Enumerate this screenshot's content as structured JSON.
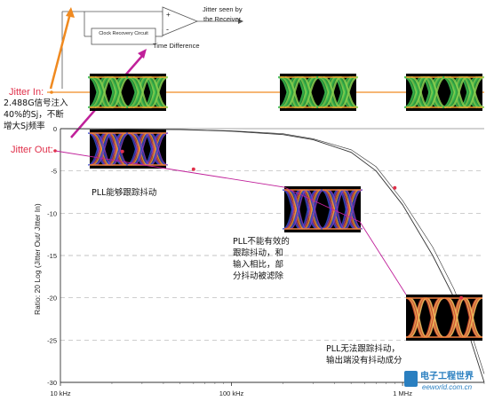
{
  "diagram": {
    "clock_recovery": "Clock Recovery Circuit",
    "receiver_label": "Jitter seen by the Receiver",
    "time_difference": "Time Difference",
    "plus": "+",
    "minus": "-"
  },
  "labels": {
    "jitter_in": "Jitter In:",
    "jitter_in_desc": [
      "2.488G信号注入",
      "40%的Sj，不断",
      "增大Sj频率"
    ],
    "jitter_out": "Jitter Out:",
    "note_tracks": "PLL能够跟踪抖动",
    "note_partial": [
      "PLL不能有效的",
      "跟踪抖动，和",
      "输入相比，部",
      "分抖动被滤除"
    ],
    "note_no_track": [
      "PLL无法跟踪抖动，",
      "输出端没有抖动成分"
    ]
  },
  "watermark": {
    "text_cn": "电子工程世界",
    "text_en": "eeworld.com.cn"
  },
  "colors": {
    "jitter_in": "#f08a20",
    "jitter_out": "#e0304a",
    "magenta": "#c0209a",
    "curve": "#333333",
    "grid": "#b0b0b0"
  },
  "chart_data": {
    "type": "line",
    "xlabel": "",
    "ylabel": "Ratio: 20 Log (Jitter Out/ Jitter In)",
    "x_scale": "log",
    "x_ticks": [
      "10 kHz",
      "100 kHz",
      "1 MHz"
    ],
    "x_tick_values": [
      10000,
      100000,
      1000000
    ],
    "xlim": [
      10000,
      3000000
    ],
    "y_ticks": [
      "0",
      "-5",
      "-10",
      "-15",
      "-20",
      "-25",
      "-30"
    ],
    "y_tick_values": [
      0,
      -5,
      -10,
      -15,
      -20,
      -25,
      -30
    ],
    "ylim": [
      -30,
      0
    ],
    "grid": "horizontal dashed",
    "series": [
      {
        "x": [
          10000,
          50000,
          100000,
          200000,
          300000,
          500000,
          700000,
          1000000,
          1500000,
          2000000,
          2500000,
          3000000
        ],
        "y": [
          0,
          -0.1,
          -0.3,
          -0.7,
          -1.3,
          -2.8,
          -5,
          -9,
          -15,
          -20,
          -25,
          -30
        ]
      },
      {
        "x": [
          10000,
          50000,
          100000,
          200000,
          300000,
          500000,
          700000,
          1000000,
          1500000,
          2000000,
          2500000,
          3000000
        ],
        "y": [
          0,
          -0.1,
          -0.25,
          -0.6,
          -1.2,
          -2.5,
          -4.5,
          -8.5,
          -14,
          -19,
          -24,
          -29
        ]
      }
    ],
    "points": [
      {
        "x": 23000,
        "y": -2.7
      },
      {
        "x": 60000,
        "y": -4.8
      },
      {
        "x": 900000,
        "y": -7
      },
      {
        "x": 2200000,
        "y": -20
      }
    ]
  }
}
